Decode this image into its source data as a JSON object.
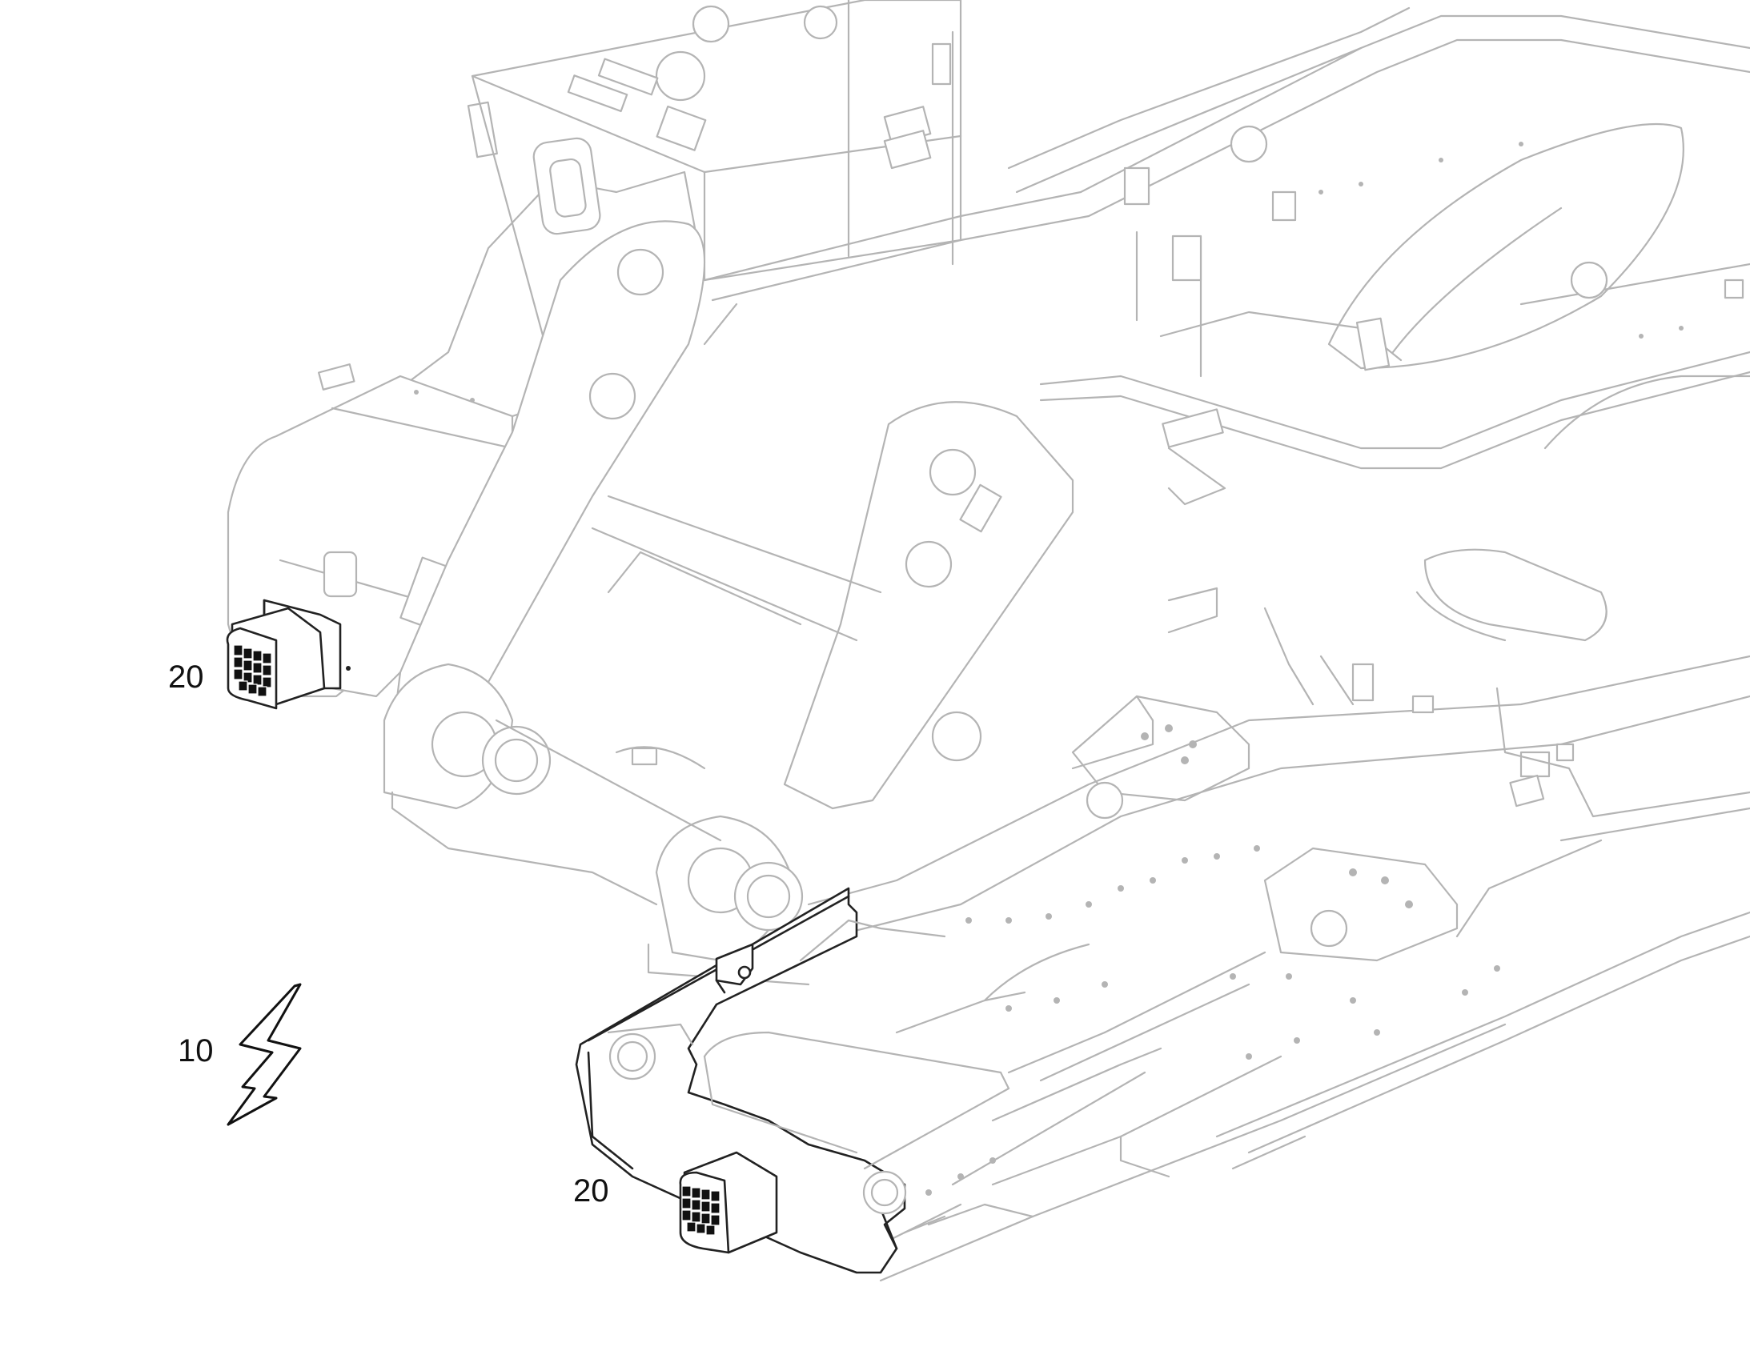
{
  "callouts": {
    "lamp_left": "20",
    "lamp_bottom": "20",
    "electrical": "10"
  },
  "icons": {
    "electrical": "lightning-bolt-icon"
  },
  "colors": {
    "background": "#ffffff",
    "context_lines": "#b4b4b4",
    "highlight_lines": "#222222"
  }
}
